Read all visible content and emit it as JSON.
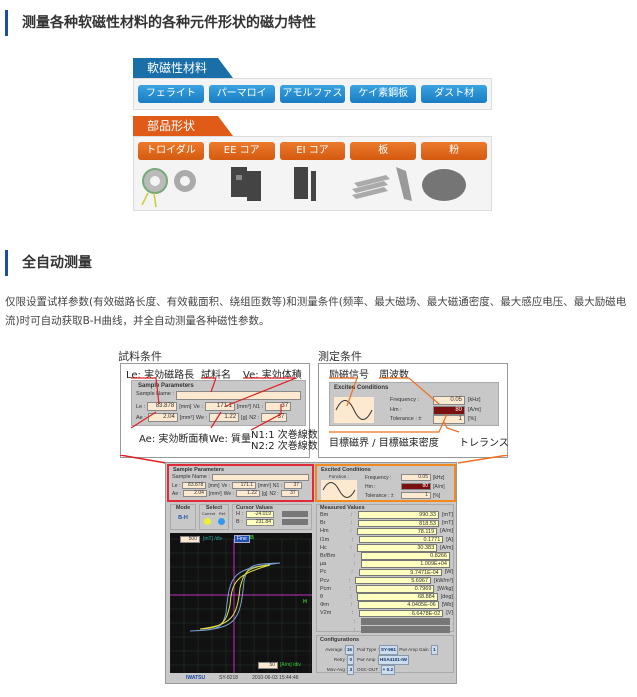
{
  "section1_title": "测量各种软磁性材料的各种元件形状的磁力特性",
  "materials": {
    "tag": "軟磁性材料",
    "items": [
      "フェライト",
      "パーマロイ",
      "アモルファス",
      "ケイ素鋼板",
      "ダスト材"
    ],
    "color": "#1a7cc4"
  },
  "shapes": {
    "tag": "部品形状",
    "items": [
      "トロイダル",
      "EE コア",
      "EI コア",
      "板",
      "粉"
    ],
    "color": "#d45a10"
  },
  "section2_title": "全自动测量",
  "description": "仅限设置试样参数(有效磁路长度、有效截面积、绕组匝数等)和测量条件(频率、最大磁场、最大磁通密度、最大感应电压、最大励磁电流)时可自动获取B-H曲线，并全自动测量各种磁性参数。",
  "sample_callout": {
    "title": "試料条件",
    "le": "Le: 実効磁路長",
    "name": "試料名",
    "ve": "Ve: 実効体積",
    "ae": "Ae: 実効断面積",
    "we": "We: 質量",
    "n1": "N1:1 次巻線数",
    "n2": "N2:2 次巻線数"
  },
  "excite_callout": {
    "title": "測定条件",
    "signal": "励磁信号",
    "freq": "周波数",
    "target": "目標磁界 / 目標磁束密度",
    "tol": "トレランス"
  },
  "sample_params": {
    "title": "Sample Parameters",
    "name_label": "Sample Name :",
    "name_value": "",
    "le_label": "Le :",
    "le": "83.878",
    "le_unit": "[mm]",
    "ve_label": "Ve :",
    "ve": "171.1",
    "ve_unit": "[mm³]",
    "n1_label": "N1 :",
    "n1": "37",
    "ae_label": "Ae :",
    "ae": "2.04",
    "ae_unit": "[mm²]",
    "we_label": "We :",
    "we": "1.22",
    "we_unit": "[g]",
    "n2_label": "N2 :",
    "n2": "37"
  },
  "excited": {
    "title": "Excited Conditions",
    "function_label": "Function :",
    "freq_label": "Frequency :",
    "freq": "0.05",
    "freq_unit": "[kHz]",
    "hm_label": "Hm :",
    "hm": "80",
    "hm_unit": "[A/m]",
    "tol_label": "Tolerance : ±",
    "tol": "1",
    "tol_unit": "[%]"
  },
  "mode": {
    "title": "Mode",
    "value": "B-H"
  },
  "select": {
    "title": "Select",
    "current": "Current",
    "ref": "Ref."
  },
  "cursor": {
    "title": "Cursor Values",
    "h_label": "H :",
    "h": "-24.019",
    "b_label": "B :",
    "b": "231.84"
  },
  "plot": {
    "b_scale": "500",
    "b_unit": "[mT] /div",
    "fine": "Fine",
    "b_axis": "B",
    "h_axis": "H",
    "h_scale": "50",
    "h_unit": "[A/m] /div",
    "brand": "IWATSU",
    "model": "SY-8218",
    "datetime": "2010-06-03 15:44:46"
  },
  "measured": {
    "title": "Measured Values",
    "rows": [
      {
        "k": "Bm",
        "v": "990.33",
        "u": "[mT]"
      },
      {
        "k": "Br",
        "v": "818.53",
        "u": "[mT]"
      },
      {
        "k": "Hm",
        "v": "78.119",
        "u": "[A/m]"
      },
      {
        "k": "I1m",
        "v": "0.1771",
        "u": "[A]"
      },
      {
        "k": "Hc",
        "v": "30.383",
        "u": "[A/m]"
      },
      {
        "k": "Br/Bm",
        "v": "0.8266",
        "u": ""
      },
      {
        "k": "μa",
        "v": "1.009E+04",
        "u": ""
      },
      {
        "k": "Pc",
        "v": "9.7471E-04",
        "u": "[W]"
      },
      {
        "k": "Pcv",
        "v": "5.6967",
        "u": "[kW/m³]"
      },
      {
        "k": "Pcm",
        "v": "0.7969",
        "u": "[W/kg]"
      },
      {
        "k": "θ",
        "v": "68.884",
        "u": "[deg]"
      },
      {
        "k": "Φm",
        "v": "4.0405E-06",
        "u": "[Wb]"
      },
      {
        "k": "V2m",
        "v": "6.6478E-02",
        "u": "[V]"
      },
      {
        "k": "",
        "v": "",
        "u": ""
      },
      {
        "k": "",
        "v": "",
        "u": ""
      }
    ]
  },
  "config": {
    "title": "Configurations",
    "average_label": "Average :",
    "average": "16",
    "retry_label": "Retry :",
    "retry": "0",
    "mavg_label": "Mov-Avg :",
    "mavg": "3",
    "pod_label": "Pod Type :",
    "pod": "SY-961",
    "amp_label": "Pwr Amp :",
    "amp": "HSA4101-IW",
    "osc_label": "OSC-OUT :",
    "osc": "+ 0.2",
    "gain_label": "Pwr Amp Gain :",
    "gain": "1"
  }
}
